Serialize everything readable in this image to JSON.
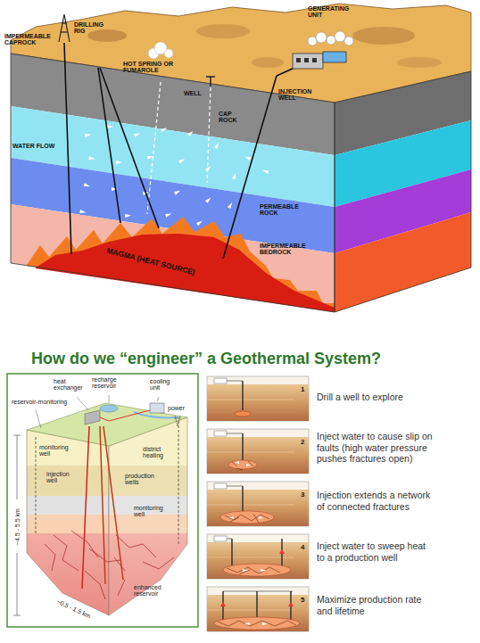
{
  "diagram": {
    "title": "How do we “engineer” a Geothermal System?",
    "labels": [
      "GENERATING UNIT",
      "IMPERMEABLE CAPROCK",
      "DRILLING RIG",
      "HOT SPRING OR FUMAROLE",
      "WELL",
      "CAP ROCK",
      "INJECTION WELL",
      "WATER FLOW",
      "PERMEABLE ROCK",
      "IMPERMEABLE BEDROCK",
      "MAGMA (HEAT SOURCE)",
      "heat exchanger",
      "recharge reservoir",
      "cooling unit",
      "reservoir-monitoring",
      "power",
      "monitoring well",
      "injection well",
      "district heating",
      "production wells",
      "monitoring well",
      "enhanced reservoir",
      "~4.5 - 5.5 km",
      "~0.5 - 1.5 km",
      "1",
      "Drill a well to explore",
      "2",
      "Inject water to cause slip on faults (high water pressure pushes fractures open)",
      "3",
      "Injection extends a network of connected fractures",
      "4",
      "Inject water to sweep heat to a production well",
      "5",
      "Maximize production rate and lifetime"
    ]
  }
}
